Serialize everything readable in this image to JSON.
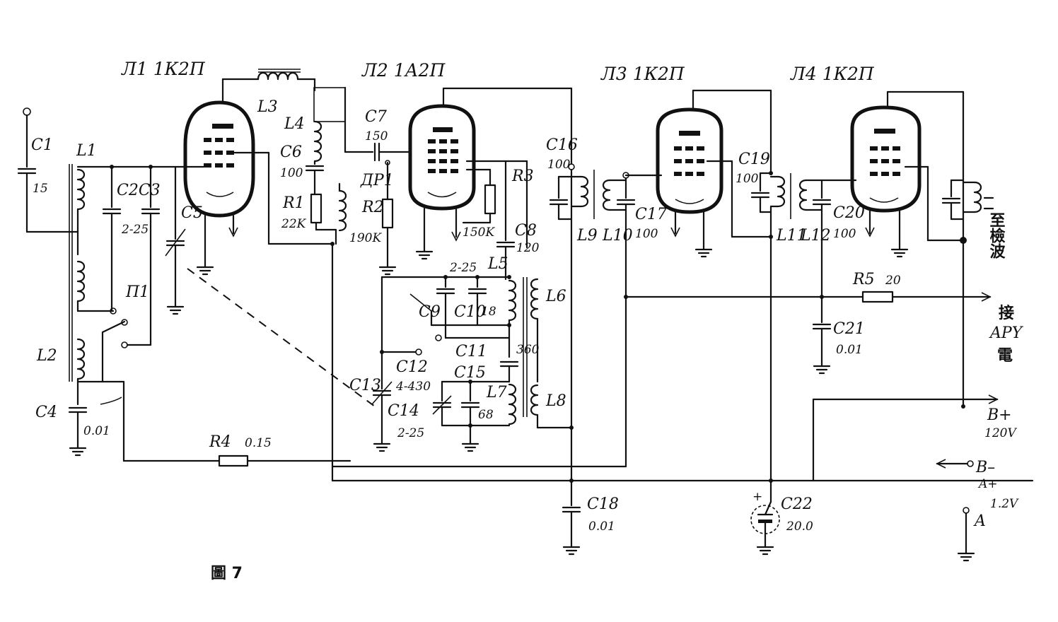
{
  "figure_caption": "圖 7",
  "tubes": {
    "t1": "Л1 1К2П",
    "t2": "Л2 1А2П",
    "t3": "Л3 1К2П",
    "t4": "Л4 1К2П"
  },
  "components": {
    "c1": "C1",
    "c1_val": "15",
    "l1": "L1",
    "l2": "L2",
    "c2c3": "C2C3",
    "c2c3_val": "2-25",
    "c4": "C4",
    "c4_val": "0.01",
    "c5": "C5",
    "switch": "П1",
    "l3": "L3",
    "l4": "L4",
    "c6": "C6",
    "c6_val": "100",
    "r1": "R1",
    "r1_val": "22K",
    "c7": "C7",
    "c7_val": "150",
    "dr1": "ДР1",
    "r2": "R2",
    "r2_val": "190K",
    "r3": "R3",
    "r3_val": "150K",
    "c8": "C8",
    "c8_val": "120",
    "l5": "L5",
    "l6": "L6",
    "c9c10_val": "2-25",
    "c9": "C9",
    "c10": "C10",
    "c10_val": "18",
    "c11": "C11",
    "c11_val": "360",
    "c12": "C12",
    "c13": "C13",
    "c12c13_val": "4-430",
    "c15": "C15",
    "c14": "C14",
    "c14_val": "2-25",
    "c15_val": "68",
    "l7": "L7",
    "l8": "L8",
    "c16": "C16",
    "c16_val": "100",
    "l9": "L9",
    "l10": "L10",
    "c17": "C17",
    "c17_val": "100",
    "c18": "C18",
    "c18_val": "0.01",
    "c19": "C19",
    "c19_val": "100",
    "l11": "L11",
    "l12": "L12",
    "c20": "C20",
    "c20_val": "100",
    "r4": "R4",
    "r4_val": "0.15",
    "r5": "R5",
    "r5_val": "20",
    "c21": "C21",
    "c21_val": "0.01",
    "c22": "C22",
    "c22_val": "20.0"
  },
  "terminals": {
    "detector": "至檢波",
    "agc_a": "接",
    "agc_b": "APY",
    "agc_c": "電",
    "bplus": "B+",
    "bplus_v": "120V",
    "bminus": "B–",
    "aplus": "A+",
    "a_v": "1.2V",
    "a": "A"
  }
}
